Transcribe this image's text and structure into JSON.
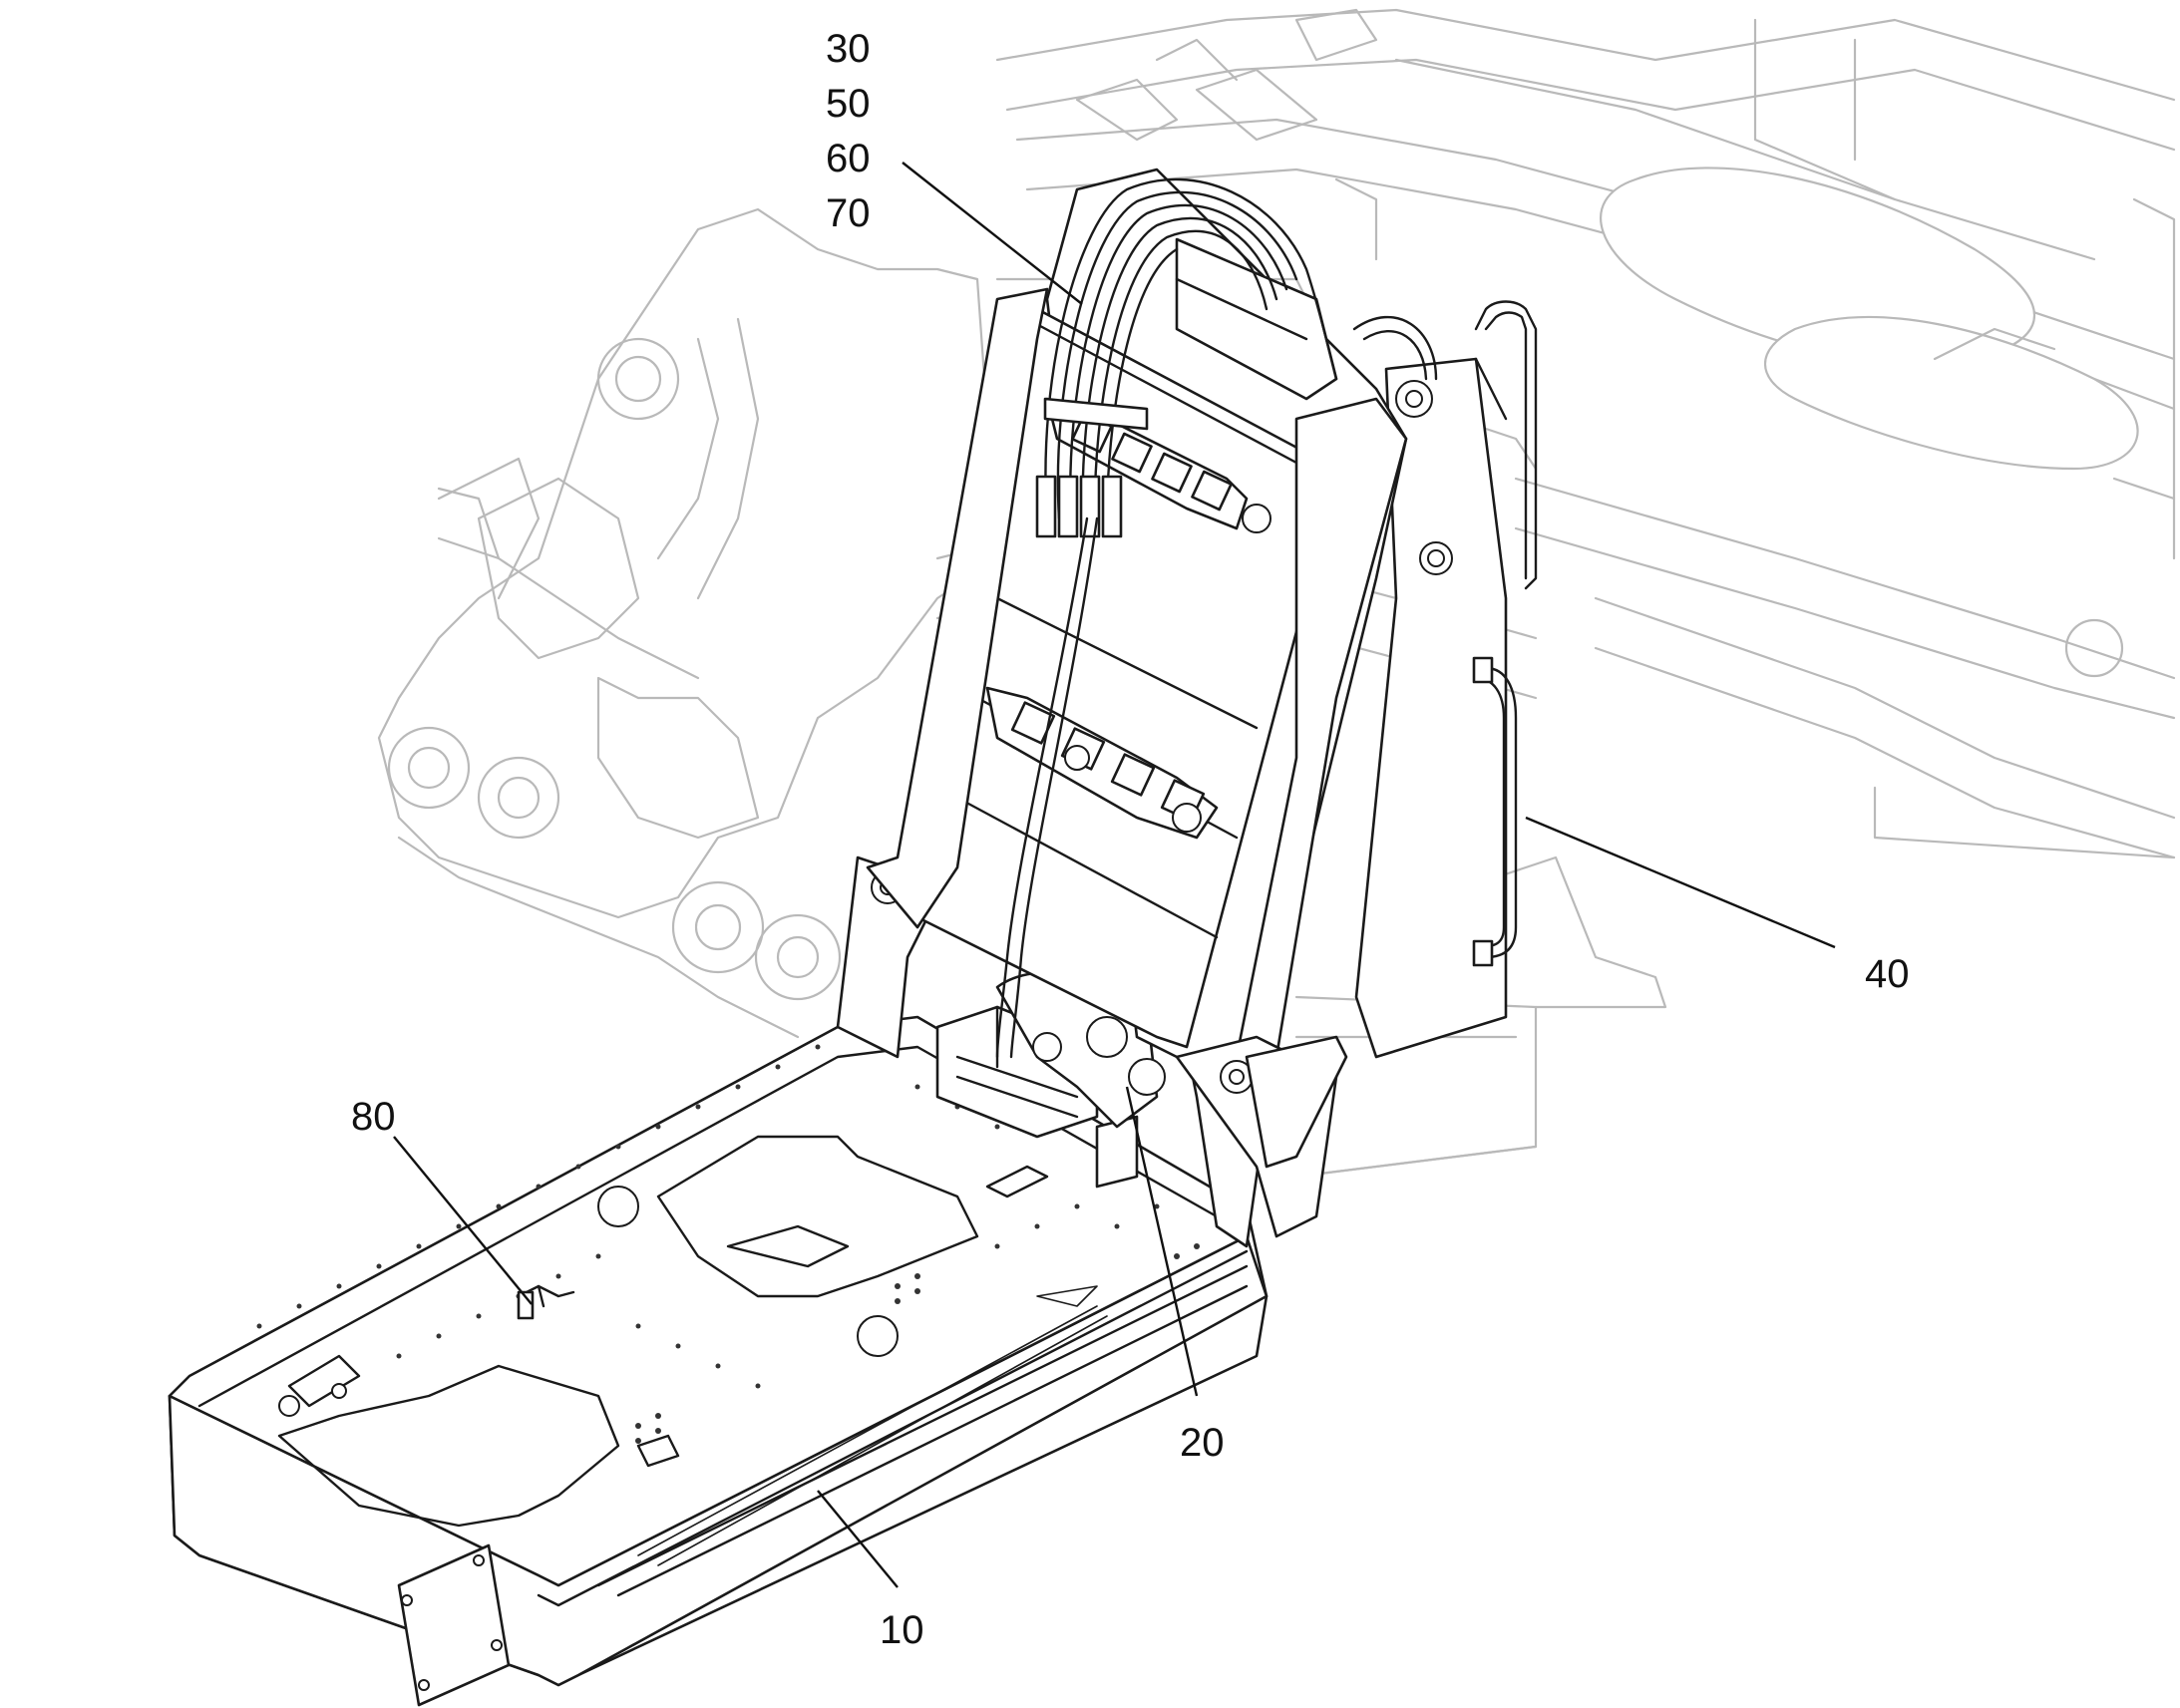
{
  "callouts": [
    {
      "id": "30",
      "text": "30"
    },
    {
      "id": "50",
      "text": "50"
    },
    {
      "id": "60",
      "text": "60"
    },
    {
      "id": "70",
      "text": "70"
    },
    {
      "id": "40",
      "text": "40"
    },
    {
      "id": "80",
      "text": "80"
    },
    {
      "id": "20",
      "text": "20"
    },
    {
      "id": "10",
      "text": "10"
    }
  ],
  "colors": {
    "line": "#1a1a1a",
    "ghost": "#b9b9b9",
    "background": "#ffffff"
  }
}
